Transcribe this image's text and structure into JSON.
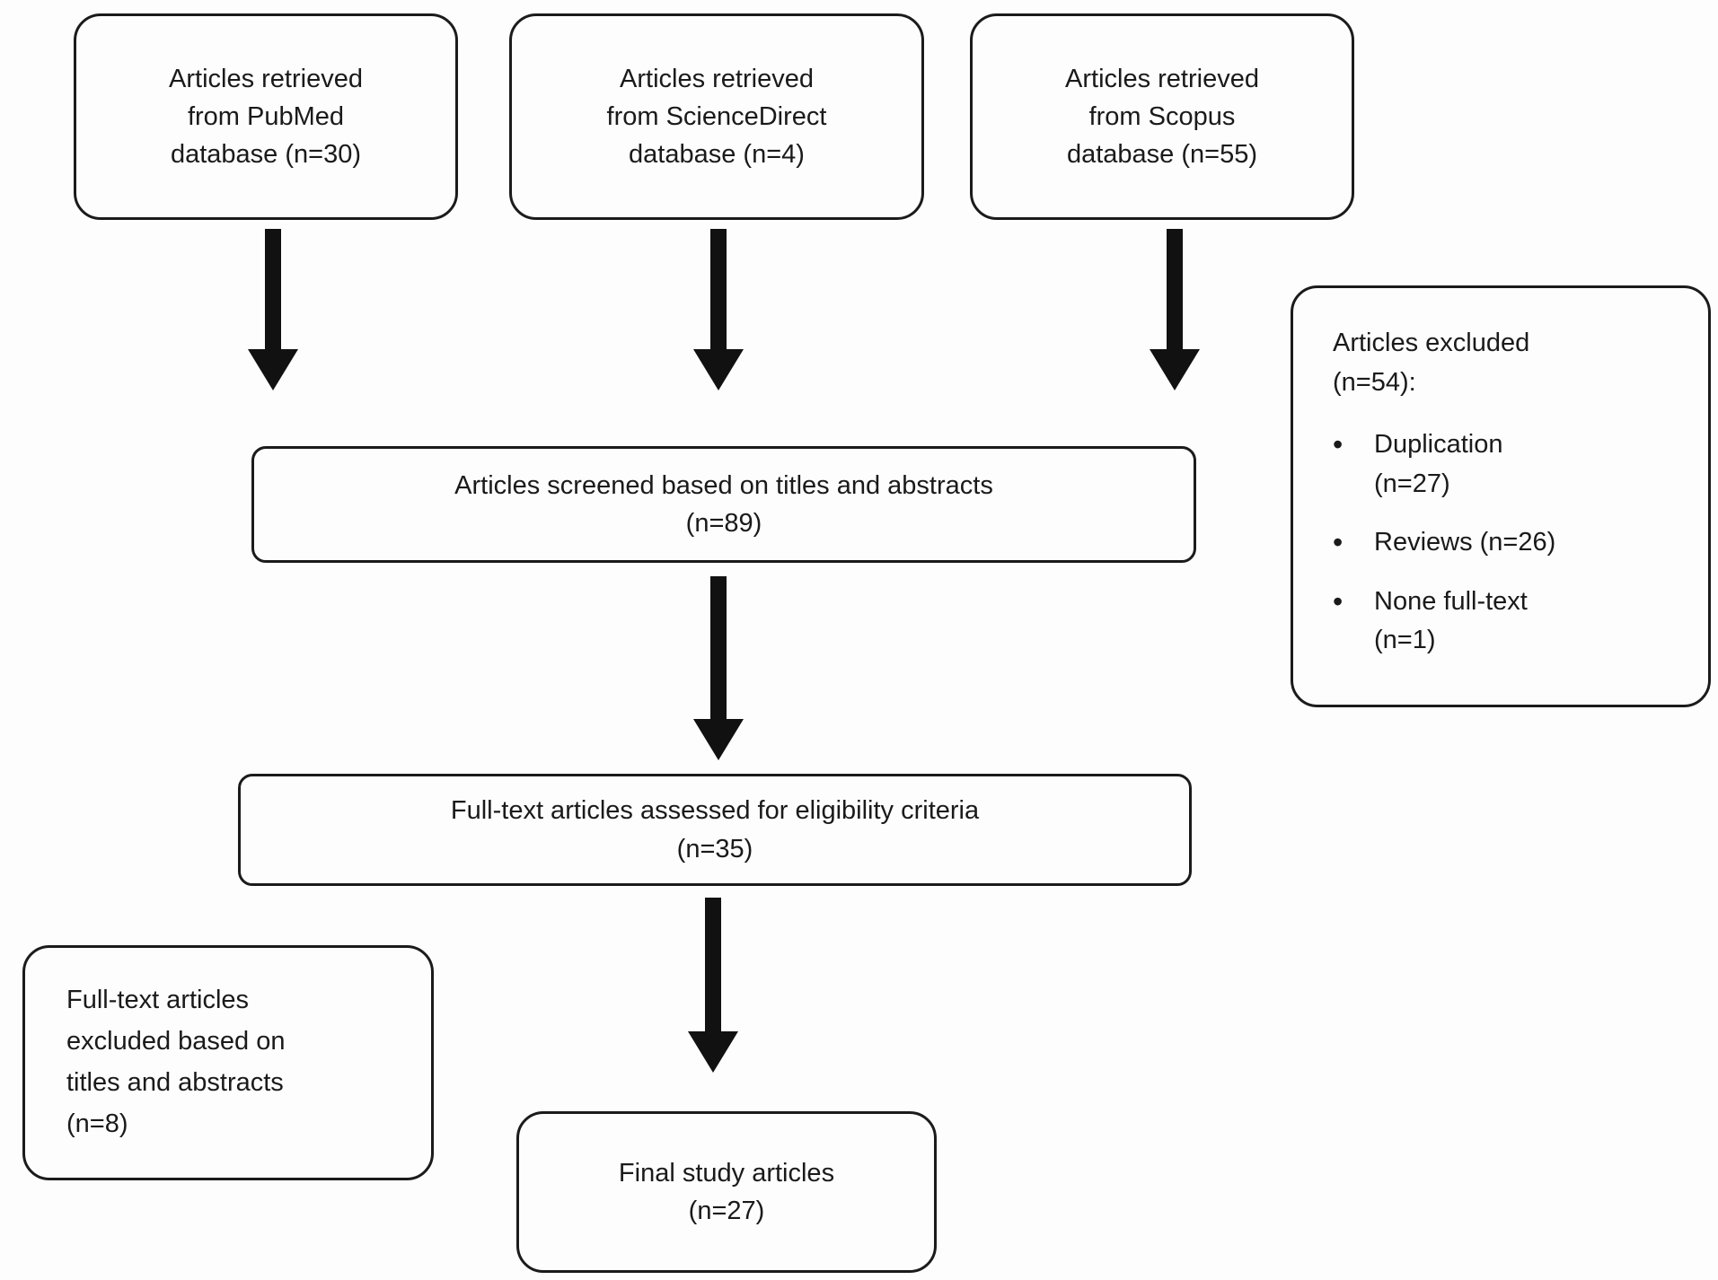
{
  "diagram": {
    "sources": [
      {
        "id": "pubmed",
        "lines": [
          "Articles retrieved",
          "from PubMed",
          "database (n=30)"
        ]
      },
      {
        "id": "sciencedirect",
        "lines": [
          "Articles retrieved",
          "from ScienceDirect",
          "database (n=4)"
        ]
      },
      {
        "id": "scopus",
        "lines": [
          "Articles retrieved",
          "from Scopus",
          "database (n=55)"
        ]
      }
    ],
    "screened": {
      "lines": [
        "Articles screened based on titles and abstracts",
        "(n=89)"
      ]
    },
    "excluded_right": {
      "title_lines": [
        "Articles excluded",
        "(n=54):"
      ],
      "bullets": [
        [
          "Duplication",
          "(n=27)"
        ],
        [
          "Reviews (n=26)"
        ],
        [
          "None full-text",
          "(n=1)"
        ]
      ]
    },
    "eligibility": {
      "lines": [
        "Full-text articles assessed for eligibility criteria",
        "(n=35)"
      ]
    },
    "excluded_left": {
      "lines": [
        "Full-text articles",
        "excluded based on",
        "titles and abstracts",
        "(n=8)"
      ]
    },
    "final": {
      "lines": [
        "Final study articles",
        "(n=27)"
      ]
    }
  },
  "colors": {
    "border": "#1b1b1b",
    "background": "#fdfdfd",
    "text": "#1a1a1a",
    "arrow": "#111111"
  }
}
